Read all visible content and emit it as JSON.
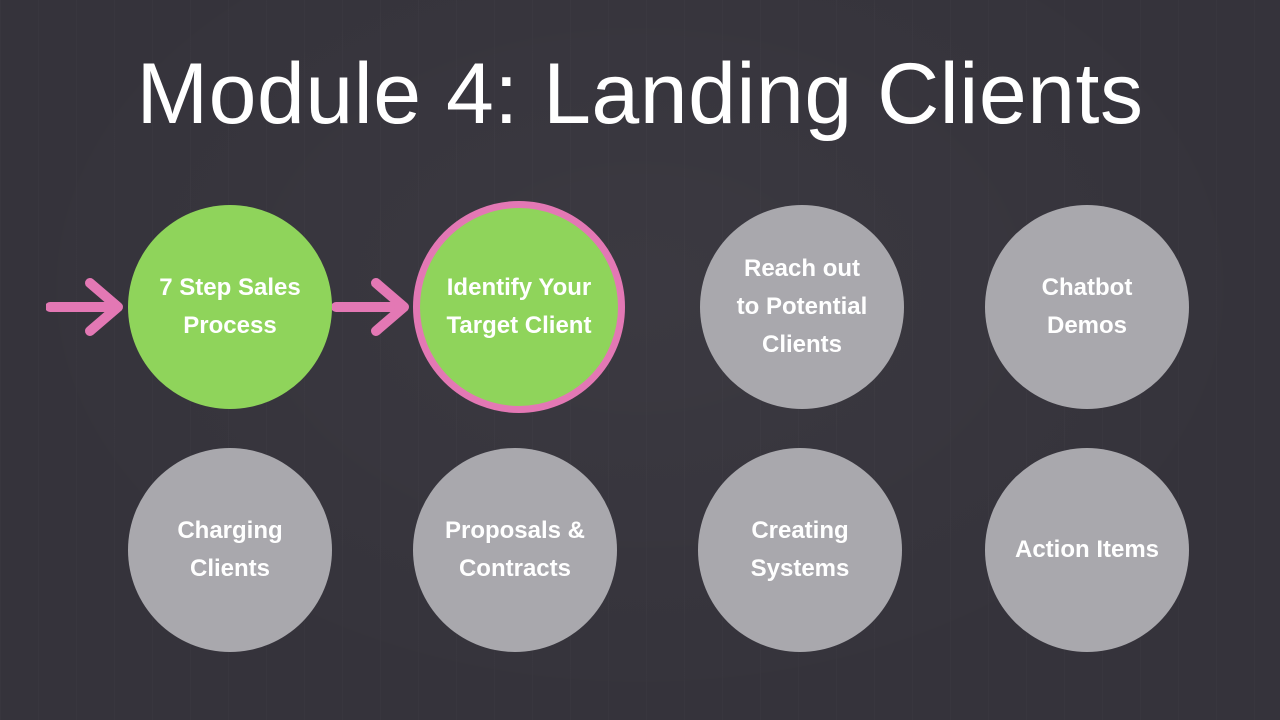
{
  "title": "Module 4: Landing Clients",
  "colors": {
    "background": "#35333b",
    "completed": "#8fd45b",
    "pending": "#a9a8ad",
    "current_ring": "#e378b4",
    "arrow": "#e378b4"
  },
  "steps": [
    {
      "label": "7 Step Sales\nProcess",
      "status": "completed"
    },
    {
      "label": "Identify Your\nTarget Client",
      "status": "current"
    },
    {
      "label": "Reach out\nto Potential\nClients",
      "status": "pending"
    },
    {
      "label": "Chatbot\nDemos",
      "status": "pending"
    },
    {
      "label": "Charging\nClients",
      "status": "pending"
    },
    {
      "label": "Proposals &\nContracts",
      "status": "pending"
    },
    {
      "label": "Creating\nSystems",
      "status": "pending"
    },
    {
      "label": "Action Items",
      "status": "pending"
    }
  ],
  "icons": [
    "arrow-right-icon",
    "arrow-right-icon"
  ]
}
